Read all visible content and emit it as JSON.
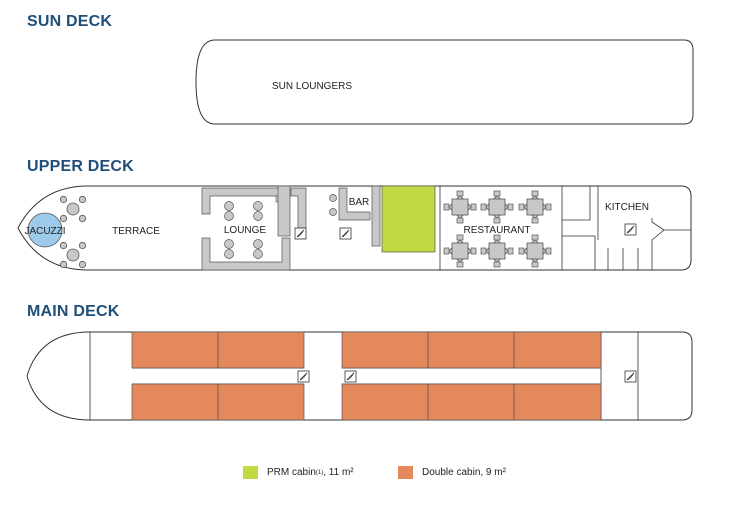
{
  "decks": {
    "sun": {
      "title": "SUN DECK",
      "sun_loungers": "SUN LOUNGERS"
    },
    "upper": {
      "title": "UPPER DECK",
      "jacuzzi": "JACUZZI",
      "terrace": "TERRACE",
      "lounge": "LOUNGE",
      "bar": "BAR",
      "restaurant": "RESTAURANT",
      "kitchen": "KITCHEN"
    },
    "main": {
      "title": "MAIN DECK"
    }
  },
  "legend": {
    "prm": {
      "label": "PRM cabin",
      "superscript": "(1)",
      "size": ", 11 m²",
      "color": "#c3d944"
    },
    "double": {
      "label": "Double cabin, 9 m²",
      "color": "#e4895c"
    }
  },
  "colors": {
    "title": "#1f4e79",
    "furniture": "#c8c8c8",
    "jacuzzi": "#9dc9ea",
    "outline": "#333333"
  },
  "icons": [
    "staircase-icon"
  ]
}
